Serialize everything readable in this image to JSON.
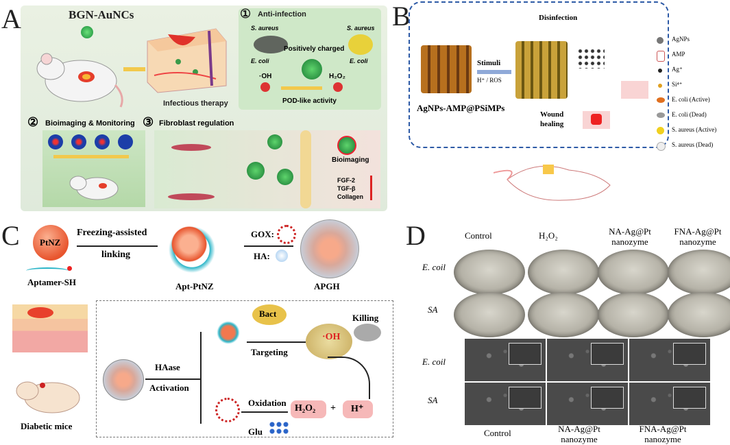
{
  "panels": {
    "a": {
      "letter": "A",
      "title": "BGN-AuNCs",
      "step1": "①",
      "anti_infection": "Anti-infection",
      "s_aureus_1": "S. aureus",
      "s_aureus_2": "S. aureus",
      "e_coli_1": "E. coli",
      "e_coli_2": "E. coli",
      "positively_charged": "Positively charged",
      "oh": "·OH",
      "h2o2": "H₂O₂",
      "pod": "POD-like activity",
      "infectious_therapy": "Infectious therapy",
      "step2": "②",
      "bioimaging_monitoring": "Bioimaging & Monitoring",
      "step3": "③",
      "fibroblast": "Fibroblast regulation",
      "bioimaging": "Bioimaging",
      "fgf": "FGF-2",
      "tgf": "TGF-β",
      "collagen": "Collagen"
    },
    "b": {
      "letter": "B",
      "disinfection": "Disinfection",
      "stimuli": "Stimuli",
      "h_ros": "H⁺ / ROS",
      "material": "AgNPs-AMP@PSiMPs",
      "wound_healing": "Wound healing",
      "legend": [
        "AgNPs",
        "AMP",
        "Ag⁺",
        "Si⁴⁺",
        "E. coli (Active)",
        "E. coli (Dead)",
        "S. aureus (Active)",
        "S. aureus (Dead)"
      ]
    },
    "c": {
      "letter": "C",
      "ptnz": "PtNZ",
      "freezing": "Freezing-assisted",
      "linking": "linking",
      "aptamer": "Aptamer-SH",
      "apt_ptnz": "Apt-PtNZ",
      "gox": "GOX:",
      "ha": "HA:",
      "apgh": "APGH",
      "bact": "Bact",
      "killing": "Killing",
      "oh": "·OH",
      "targeting": "Targeting",
      "haase": "HAase",
      "activation": "Activation",
      "oxidation": "Oxidation",
      "h2o2": "H₂O₂",
      "plus": "+",
      "hplus": "H⁺",
      "glu": "Glu",
      "diabetic": "Diabetic mice"
    },
    "d": {
      "letter": "D",
      "cols": [
        "Control",
        "H₂O₂",
        "NA-Ag@Pt nanozyme",
        "FNA-Ag@Pt nanozyme"
      ],
      "row1": "E. coil",
      "row2": "SA",
      "row3": "E. coil",
      "row4": "SA",
      "bottom_cols": [
        "Control",
        "NA-Ag@Pt nanozyme",
        "FNA-Ag@Pt nanozyme"
      ]
    }
  }
}
